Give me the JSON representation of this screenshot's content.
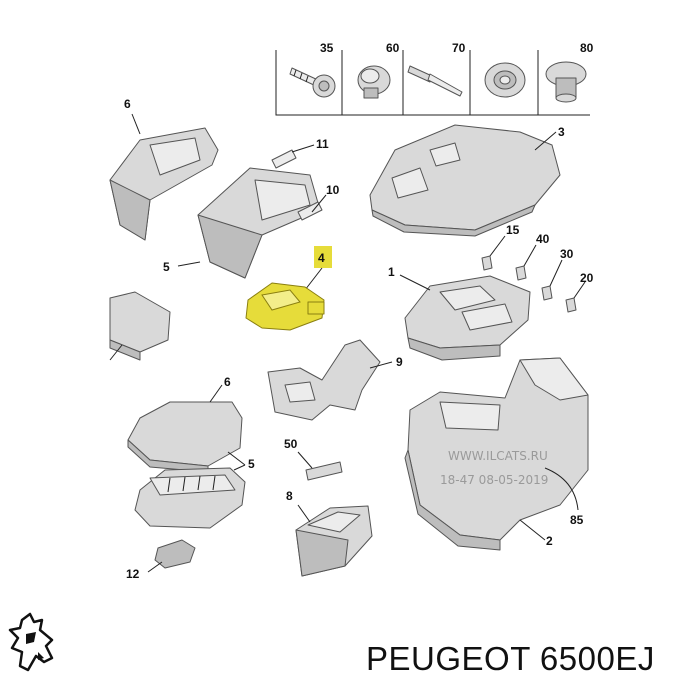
{
  "callouts": {
    "c6a": "6",
    "c11": "11",
    "c10": "10",
    "c3": "3",
    "c5a": "5",
    "c4": "4",
    "c15": "15",
    "c40": "40",
    "c30": "30",
    "c20": "20",
    "c1": "1",
    "c9": "9",
    "c6b": "6",
    "c5b": "5",
    "c50": "50",
    "c8": "8",
    "c12": "12",
    "c85": "85",
    "c2": "2",
    "c35": "35",
    "c60": "60",
    "c70": "70",
    "c80": "80"
  },
  "watermark": {
    "line1": "WWW.ILCATS.RU",
    "line2": "18-47 08-05-2019"
  },
  "footer": {
    "brand_text": "PEUGEOT 6500EJ"
  },
  "colors": {
    "highlight": "#e6dc3a",
    "part_fill": "#d9d9d9",
    "outline": "#555555"
  }
}
